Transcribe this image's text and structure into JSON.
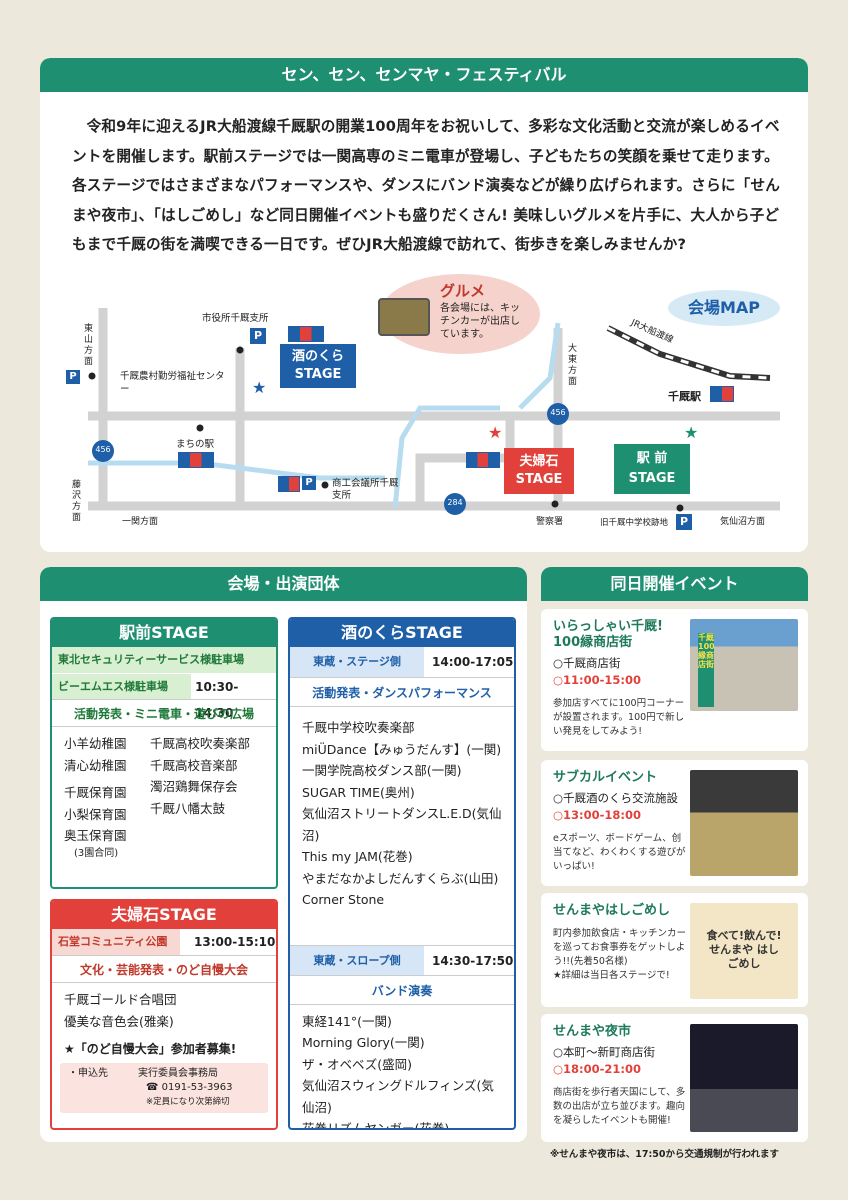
{
  "festival": {
    "title": "セン、セン、センマヤ・フェスティバル",
    "intro": "令和9年に迎えるJR大船渡線千厩駅の開業100周年をお祝いして、多彩な文化活動と交流が楽しめるイベントを開催します。駅前ステージでは一関高専のミニ電車が登場し、子どもたちの笑顔を乗せて走ります。各ステージではさまざまなパフォーマンスや、ダンスにバンド演奏などが繰り広げられます。さらに「せんまや夜市」、「はしごめし」など同日開催イベントも盛りだくさん! 美味しいグルメを片手に、大人から子どもまで千厩の街を満喫できる一日です。ぜひJR大船渡線で訪れて、街歩きを楽しみませんか?"
  },
  "map": {
    "title": "会場MAP",
    "gourmet_title": "グルメ",
    "gourmet_text": "各会場には、キッチンカーが出店しています。",
    "rail_label": "JR大船渡線",
    "labels": {
      "higashiyama": "東山方面",
      "fujisawa": "藤沢方面",
      "ichinoseki": "一関方面",
      "kesennuma": "気仙沼方面",
      "ofunato": "大東方面",
      "shiyakusho": "市役所千厩支所",
      "nouson": "千厩農村勤労福祉センター",
      "machinoeki": "まちの駅",
      "shoko": "商工会議所千厩支所",
      "keisatsu": "警察署",
      "kyu_chugaku": "旧千厩中学校跡地",
      "station": "千厩駅",
      "road456a": "456",
      "road456b": "456",
      "road284": "284",
      "parking": "P"
    },
    "stages": {
      "sakenokura": "酒のくら STAGE",
      "meotoishi": "夫婦石 STAGE",
      "ekimae": "駅 前 STAGE"
    }
  },
  "venues": {
    "title": "会場・出演団体",
    "ekimae": {
      "title": "駅前STAGE",
      "sub1": "東北セキュリティーサービス様駐車場",
      "sub2": "ビーエムエス様駐車場",
      "time": "10:30-14:30",
      "program": "活動発表・ミニ電車・遊びの広場",
      "left": [
        "小羊幼稚園",
        "清心幼稚園",
        "千厩保育園",
        "小梨保育園",
        "奥玉保育園"
      ],
      "note": "(3園合同)",
      "right": [
        "千厩高校吹奏楽部",
        "千厩高校音楽部",
        "濁沼鶏舞保存会",
        "千厩八幡太鼓"
      ]
    },
    "meotoishi": {
      "title": "夫婦石STAGE",
      "place": "石堂コミュニティ公園",
      "time": "13:00-15:10",
      "program": "文化・芸能発表・のど自慢大会",
      "list": [
        "千厩ゴールド合唱団",
        "優美な音色会(雅楽)"
      ],
      "recruit": "★「のど自慢大会」参加者募集!",
      "apply_label": "・申込先",
      "apply_to": "実行委員会事務局",
      "tel": "☎ 0191-53-3963",
      "note": "※定員になり次第締切"
    },
    "sakenokura": {
      "title": "酒のくらSTAGE",
      "place1": "東蔵・ステージ側",
      "time1": "14:00-17:05",
      "program1": "活動発表・ダンスパフォーマンス",
      "list1": [
        "千厩中学校吹奏楽部",
        "miÜDance【みゅうだんす】(一関)",
        "一関学院高校ダンス部(一関)",
        "SUGAR TIME(奥州)",
        "気仙沼ストリートダンスL.E.D(気仙沼)",
        "This my JAM(花巻)",
        "やまだなかよしだんすくらぶ(山田)",
        "Corner Stone"
      ],
      "place2": "東蔵・スロープ側",
      "time2": "14:30-17:50",
      "program2": "バンド演奏",
      "list2": [
        "東経141°(一関)",
        "Morning Glory(一関)",
        "ザ・オベベズ(盛岡)",
        "気仙沼スウィングドルフィンズ(気仙沼)",
        "花巻リズムヤンガー(花巻)"
      ]
    }
  },
  "events": {
    "title": "同日開催イベント",
    "items": [
      {
        "title": "いらっしゃい千厩!\n100縁商店街",
        "loc": "○千厩商店街",
        "time": "○11:00-15:00",
        "desc": "参加店すべてに100円コーナーが設置されます。100円で新しい発見をしてみよう!",
        "photo_text": "千厩100縁商店街"
      },
      {
        "title": "サブカルイベント",
        "loc": "○千厩酒のくら交流施設",
        "time": "○13:00-18:00",
        "desc": "eスポーツ、ボードゲーム、创 当てなど、わくわくする遊びがいっぱい!"
      },
      {
        "title": "せんまやはしごめし",
        "loc": "",
        "time": "",
        "desc": "町内参加飲食店・キッチンカーを巡ってお食事券をゲットしよう!!(先着50名様)\n★詳細は当日各ステージで!",
        "photo_text": "食べて!飲んで!せんまや はしごめし"
      },
      {
        "title": "せんまや夜市",
        "loc": "○本町〜新町商店街",
        "time": "○18:00-21:00",
        "desc": "商店街を歩行者天国にして、多数の出店が立ち並びます。趣向を凝らしたイベントも開催!"
      }
    ],
    "footnote": "※せんまや夜市は、17:50から交通規制が行われます"
  },
  "colors": {
    "green": "#1f8f72",
    "blue": "#1f5fa8",
    "red": "#e2403a",
    "bg": "#ede8dc"
  }
}
